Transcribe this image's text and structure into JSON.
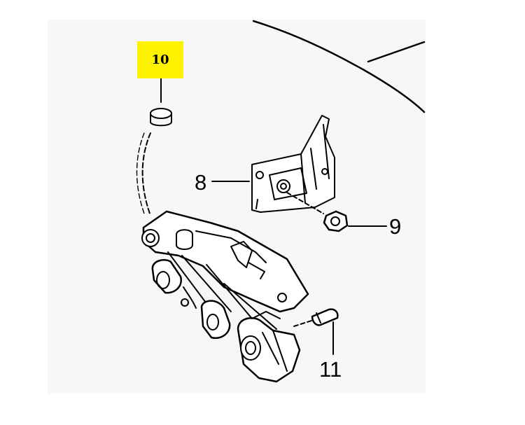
{
  "diagram": {
    "callouts": [
      {
        "id": "10",
        "label": "10",
        "highlight_color": "#fff200"
      },
      {
        "id": "8",
        "label": "8"
      },
      {
        "id": "9",
        "label": "9"
      },
      {
        "id": "11",
        "label": "11"
      }
    ]
  },
  "colors": {
    "line": "#000000",
    "highlight": "#fff200",
    "background": "#ffffff"
  }
}
